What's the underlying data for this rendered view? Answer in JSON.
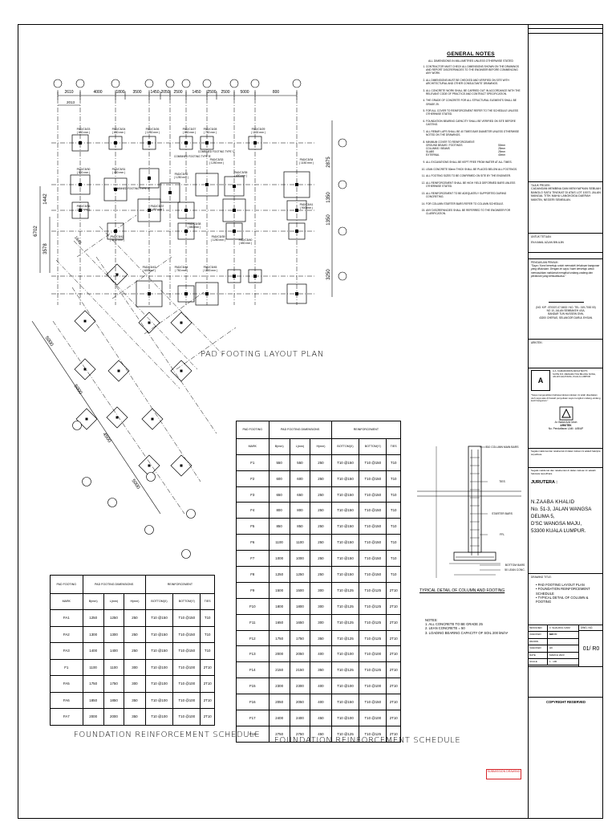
{
  "plan": {
    "title": "PAD FOOTING LAYOUT PLAN",
    "top_dims": [
      "2610",
      "4000",
      "1800",
      "3500",
      "1450",
      "2050",
      "2500",
      "1450",
      "2500",
      "2500",
      "5000",
      "800"
    ],
    "sub_dim": "2013",
    "left_dims": [
      "6702",
      "3578",
      "1442"
    ],
    "right_dims": [
      "2875",
      "1350",
      "1350",
      "3250"
    ],
    "diag_dims": [
      "5000",
      "5000",
      "4500",
      "5000",
      "1845"
    ],
    "footings": [
      {
        "lbl": "PAD/C5/23",
        "sz": "( 650 mm )"
      },
      {
        "lbl": "PAD/C5/24",
        "sz": "( 650 mm )"
      },
      {
        "lbl": "PAD/C5/26",
        "sz": "( 1250 mm )"
      },
      {
        "lbl": "PAD/C5/27",
        "sz": "( 850 mm )"
      },
      {
        "lbl": "PAD/C5/28",
        "sz": "( 750 mm )"
      },
      {
        "lbl": "PAD/C5/29",
        "sz": "( 1100 mm )"
      },
      {
        "lbl": "PAD/C5/30",
        "sz": "( 500 mm )"
      },
      {
        "lbl": "PAD/C5/31",
        "sz": "( 450 mm )"
      },
      {
        "lbl": "PAD/C5/32",
        "sz": "( 1250 mm )"
      },
      {
        "lbl": "PAD/C5/33",
        "sz": "( 1250 mm )"
      },
      {
        "lbl": "PAD/C5/34",
        "sz": "( 1150 mm )"
      },
      {
        "lbl": "PAD/C5/35",
        "sz": "( 400 mm )"
      },
      {
        "lbl": "PAD/C5/36",
        "sz": "( 500 mm )"
      },
      {
        "lbl": "PAD/C5/37",
        "sz": "( 450 mm )"
      },
      {
        "lbl": "PAD/C5/38",
        "sz": "( 850 mm )"
      },
      {
        "lbl": "PAD/C5/39",
        "sz": "( 1250 mm )"
      },
      {
        "lbl": "PAD/C5/40",
        "sz": "( 650 mm )"
      },
      {
        "lbl": "PAD/C5/41",
        "sz": "( 900 mm )"
      },
      {
        "lbl": "PAD/C5/42",
        "sz": "( 1100 mm )"
      },
      {
        "lbl": "PAD/C5/43",
        "sz": "( 600 mm )"
      },
      {
        "lbl": "PAD/C5/44",
        "sz": "( 750 mm )"
      },
      {
        "lbl": "PAD/C5/45",
        "sz": "( 1800 mm )"
      }
    ],
    "combined": [
      "COMBINED FOOTING TYPE 'A'",
      "COMBINED FOOTING TYPE 'B'",
      "COMBINED FOOTING TYPE 'C'"
    ]
  },
  "notes": {
    "title": "GENERAL NOTES",
    "subtitle": "ALL DIMENSIONS IN MILLIMETRES UNLESS OTHERWISE STATED",
    "items": [
      "CONTRACTOR MUST CHECK ALL DIMENSIONS SHOWN ON THE DRAWINGS AND REPORT DISCREPANCIES TO THE ENGINEER BEFORE COMMENCING ANY WORK.",
      "ALL DIMENSIONS MUST BE CHECKED AND VERIFIED ON SITE WITH ARCHITECTURAL AND OTHER CONSULTANTS' DRAWINGS.",
      "ALL CONCRETE WORK SHALL BE CARRIED OUT IN ACCORDANCE WITH THE RELEVANT CODE OF PRACTICE AND CONTRACT SPECIFICATION.",
      "THE GRADE OF CONCRETE FOR ALL STRUCTURAL ELEMENTS SHALL BE GRADE 25.",
      "FOR ALL COVER TO REINFORCEMENT REFER TO THE SCHEDULE UNLESS OTHERWISE STATED.",
      "FOUNDATION BEARING CAPACITY SHALL BE VERIFIED ON SITE BEFORE CASTING.",
      "ALL REBAR LAPS SHALL BE 40 TIMES BAR DIAMETER UNLESS OTHERWISE NOTED ON THE DRAWINGS.",
      "MINIMUM COVER TO REINFORCEMENT:",
      "ALL EXCAVATIONS SHALL BE KEPT FREE FROM WATER AT ALL TIMES.",
      "LEAN CONCRETE 50mm THICK SHALL BE PLACED BELOW ALL FOOTINGS.",
      "ALL FOOTING SIZES TO BE CONFIRMED ON SITE BY THE ENGINEER.",
      "ALL REINFORCEMENT SHALL BE HIGH YIELD DEFORMED BARS UNLESS OTHERWISE STATED.",
      "ALL REINFORCEMENT TO BE ADEQUATELY SUPPORTED DURING CONCRETING.",
      "FOR COLUMN STARTER BARS REFER TO COLUMN SCHEDULE.",
      "ANY DISCREPANCIES SHALL BE REFERRED TO THE ENGINEER FOR CLARIFICATION."
    ],
    "covers": [
      {
        "k": "GROUND BEAMS / FOOTINGS",
        "v": "50mm"
      },
      {
        "k": "COLUMNS / BEAMS",
        "v": "25mm"
      },
      {
        "k": "SLABS",
        "v": "25mm"
      },
      {
        "k": "EXTERNAL",
        "v": "40mm"
      }
    ]
  },
  "table1": {
    "caption": "FOUNDATION REINFORCEMENT SCHEDULE",
    "h_col1": "PAD FOOTING",
    "h_dims": "PAD FOOTING DIMENSIONS",
    "h_reinf": "REINFORCEMENT",
    "cols": [
      "MARK",
      "B(mm)",
      "L(mm)",
      "H(mm)",
      "BOTTOM(X)",
      "BOTTOM(Y)",
      "TIES"
    ],
    "rows": [
      [
        "FA1",
        "1250",
        "1250",
        "250",
        "T10 @150",
        "T10 @150",
        "T10"
      ],
      [
        "FA2",
        "1300",
        "1300",
        "250",
        "T10 @150",
        "T10 @150",
        "T10"
      ],
      [
        "FA3",
        "1400",
        "1400",
        "250",
        "T10 @150",
        "T10 @150",
        "T10"
      ],
      [
        "F1",
        "1100",
        "1100",
        "300",
        "T10 @100",
        "T10 @100",
        "2T10"
      ],
      [
        "FA5",
        "1750",
        "1750",
        "300",
        "T10 @100",
        "T10 @100",
        "2T10"
      ],
      [
        "FA6",
        "1850",
        "1850",
        "350",
        "T10 @100",
        "T10 @100",
        "2T10"
      ],
      [
        "FA7",
        "2000",
        "2000",
        "350",
        "T10 @100",
        "T10 @100",
        "2T10"
      ]
    ]
  },
  "table2": {
    "caption": "FOUNDATION REINFORCEMENT SCHEDULE",
    "h_col1": "PAD FOOTING",
    "h_dims": "PAD FOOTING DIMENSIONS",
    "h_reinf": "REINFORCEMENT",
    "cols": [
      "MARK",
      "B(mm)",
      "L(mm)",
      "H(mm)",
      "BOTTOM(X)",
      "BOTTOM(Y)",
      "TIES"
    ],
    "rows": [
      [
        "F1",
        "550",
        "550",
        "250",
        "T10 @150",
        "T10 @150",
        "T10"
      ],
      [
        "F2",
        "600",
        "600",
        "250",
        "T10 @150",
        "T10 @150",
        "T10"
      ],
      [
        "F3",
        "650",
        "650",
        "250",
        "T10 @150",
        "T10 @150",
        "T10"
      ],
      [
        "F4",
        "800",
        "800",
        "250",
        "T10 @150",
        "T10 @150",
        "T10"
      ],
      [
        "F5",
        "850",
        "850",
        "250",
        "T10 @150",
        "T10 @150",
        "T10"
      ],
      [
        "F6",
        "1100",
        "1100",
        "250",
        "T10 @150",
        "T10 @150",
        "T10"
      ],
      [
        "F7",
        "1000",
        "1000",
        "250",
        "T10 @150",
        "T10 @150",
        "T10"
      ],
      [
        "F8",
        "1250",
        "1250",
        "250",
        "T10 @150",
        "T10 @150",
        "T10"
      ],
      [
        "F9",
        "1500",
        "1500",
        "300",
        "T10 @125",
        "T10 @125",
        "2T10"
      ],
      [
        "F10",
        "1800",
        "1800",
        "300",
        "T10 @125",
        "T10 @125",
        "2T10"
      ],
      [
        "F11",
        "1650",
        "1650",
        "300",
        "T10 @125",
        "T10 @125",
        "2T10"
      ],
      [
        "F12",
        "1750",
        "1750",
        "350",
        "T10 @125",
        "T10 @125",
        "2T10"
      ],
      [
        "F13",
        "2000",
        "2050",
        "400",
        "T10 @100",
        "T10 @100",
        "2T10"
      ],
      [
        "F14",
        "2150",
        "2150",
        "350",
        "T10 @125",
        "T10 @125",
        "2T10"
      ],
      [
        "F15",
        "2300",
        "2300",
        "400",
        "T10 @100",
        "T10 @100",
        "2T10"
      ],
      [
        "F16",
        "2050",
        "2050",
        "400",
        "T10 @150",
        "T10 @150",
        "2T10"
      ],
      [
        "F17",
        "2400",
        "2400",
        "450",
        "T10 @100",
        "T10 @100",
        "2T10"
      ],
      [
        "F18",
        "2750",
        "2750",
        "450",
        "T10 @125",
        "T10 @125",
        "2T10"
      ]
    ]
  },
  "detail": {
    "title": "TYPICAL DETAIL OF COLUMN AND FOOTING",
    "notes_title": "NOTES:",
    "notes": [
      "1. ALL CONCRETE TO BE GRADE 25",
      "2. LEAN CONCRETE = 50",
      "3. LOADING BEARING CAPACITY OF SOIL 200 kN/m²"
    ],
    "callouts": [
      "T10 COLUMN MAIN BARS",
      "TIES",
      "STARTER BARS",
      "FFL",
      "BOTTOM BARS",
      "50 LEAN CONC."
    ]
  },
  "title_block": {
    "project_label": "TAJUK PROJEK:",
    "project": "CADANGAN MEMBINA DAN MENYIAPKAN SEBUAH BANGLO SATU TINGKAT DI ATAS LOT 10071 JALAN MANGAL TITIK MAHU LANGKOIDA DAERAH MANTIN, NEGERI SEMBILAN.",
    "owner_label": "UNTUK TETUAN:",
    "owner": "EN.KAMAL AZLAN BIN AJIN",
    "declaration_label": "PENGAKUAN PEMILIK:",
    "declaration": "\"Saya / Kami bersetuju untuk mematuhi kelulusan bangunan yang diluluskan. Dengan ini saya / kami bersetuju untuk memasukkan maklumat mengikut undang-undang dan peraturan yang berkuatkuasa.\"",
    "owner_addr_1": "(NO. K/P : 870307-07-5453 / NO. TEL: 019-7000 00)",
    "owner_addr_2": "NO 10, JALAN SEMBAKEH 4/1A,",
    "owner_addr_3": "BANDAR TUN HUSSEIN ONN,",
    "owner_addr_4": "43200 CHERAS, SELANGOR DARUL EHSAN.",
    "architect_label": "ARKITEK:",
    "firm_text": "A.A. KAMARUDDIN ARCHITECTS\nSUITE 8-5, MENARA TOH BILANG SONG,\nJALAN LELAYANG, KUALA LUMPUR",
    "arch_declaration": "\"Saya mengesahkan bahawa lukisan-lukisan ini telah disediakan oleh saya atau di bawah penyeliaan saya mengikut undang-undang kecil bangunan.\"",
    "arch_name": "Ar. Badal Aziz Idroh",
    "arch_role": "ARKITEK",
    "arch_reg": "No. Pendaftaran LAM : A/B/AP",
    "copyright_note": "Segala maklumat dan rekabentuk di dalam lukisan ini adalah hakcipta terpelihara.",
    "engineer_label": "JURUTERA :",
    "engineer_name": "N.ZAABA KHALID",
    "engineer_addr1": "No. 51-3, JALAN WANGSA DELIMA 5,",
    "engineer_addr2": "D'SC WANGSA MAJU,",
    "engineer_addr3": "53300 KUALA LUMPUR.",
    "drawing_title_label": "DRAWING TITLE:",
    "drawing_titles": [
      "PAD FOOTING LAYOUT PLAN",
      "FOUNDATION REINFORCEMENT SCHEDULE",
      "TYPICAL DETAIL OF COLUMN & FOOTING"
    ],
    "meta": [
      {
        "k": "DESIGNED",
        "v": "Ir. SHAHRUL NAIM HAKIM"
      },
      {
        "k": "CHECKED",
        "v": "MJ"
      },
      {
        "k": "DRAWN",
        "v": ""
      },
      {
        "k": "CHECKED",
        "v": "HK"
      },
      {
        "k": "DATE",
        "v": "MARCH 2023"
      },
      {
        "k": "SCALE",
        "v": "1 : 100"
      }
    ],
    "dwg_no_label": "DWG. NO.",
    "dwg_no": "01/ R0",
    "copyright": "COPYRIGHT RESERVED",
    "stamp": "SUBMISSION DRAWING"
  }
}
